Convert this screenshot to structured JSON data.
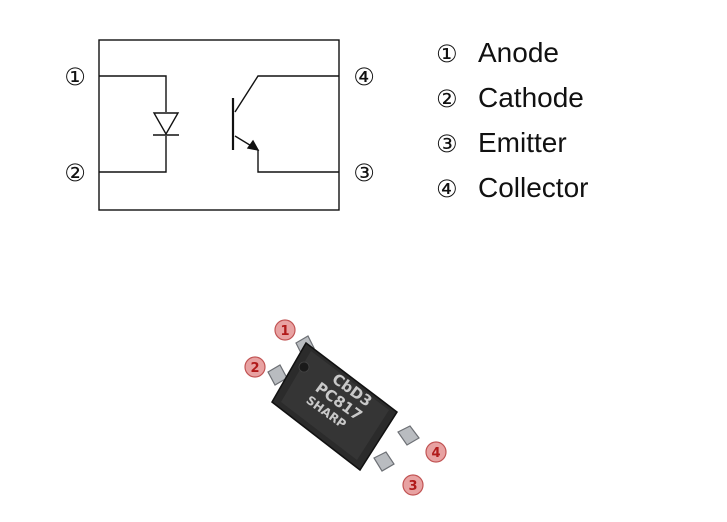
{
  "pins": [
    {
      "number": "1",
      "symbol": "①",
      "name": "Anode"
    },
    {
      "number": "2",
      "symbol": "②",
      "name": "Cathode"
    },
    {
      "number": "3",
      "symbol": "③",
      "name": "Emitter"
    },
    {
      "number": "4",
      "symbol": "④",
      "name": "Collector"
    }
  ],
  "chip": {
    "marking_line1": "CbD3",
    "marking_line2": "PC817",
    "marking_line3": "SHARP"
  },
  "colors": {
    "line": "#111111",
    "chip_body": "#2b2b2b",
    "chip_text": "#c9c9c9",
    "pin_marker_fill": "#e8a2a2",
    "pin_marker_text": "#b11a1a",
    "pin_metal": "#b9bcc0"
  }
}
